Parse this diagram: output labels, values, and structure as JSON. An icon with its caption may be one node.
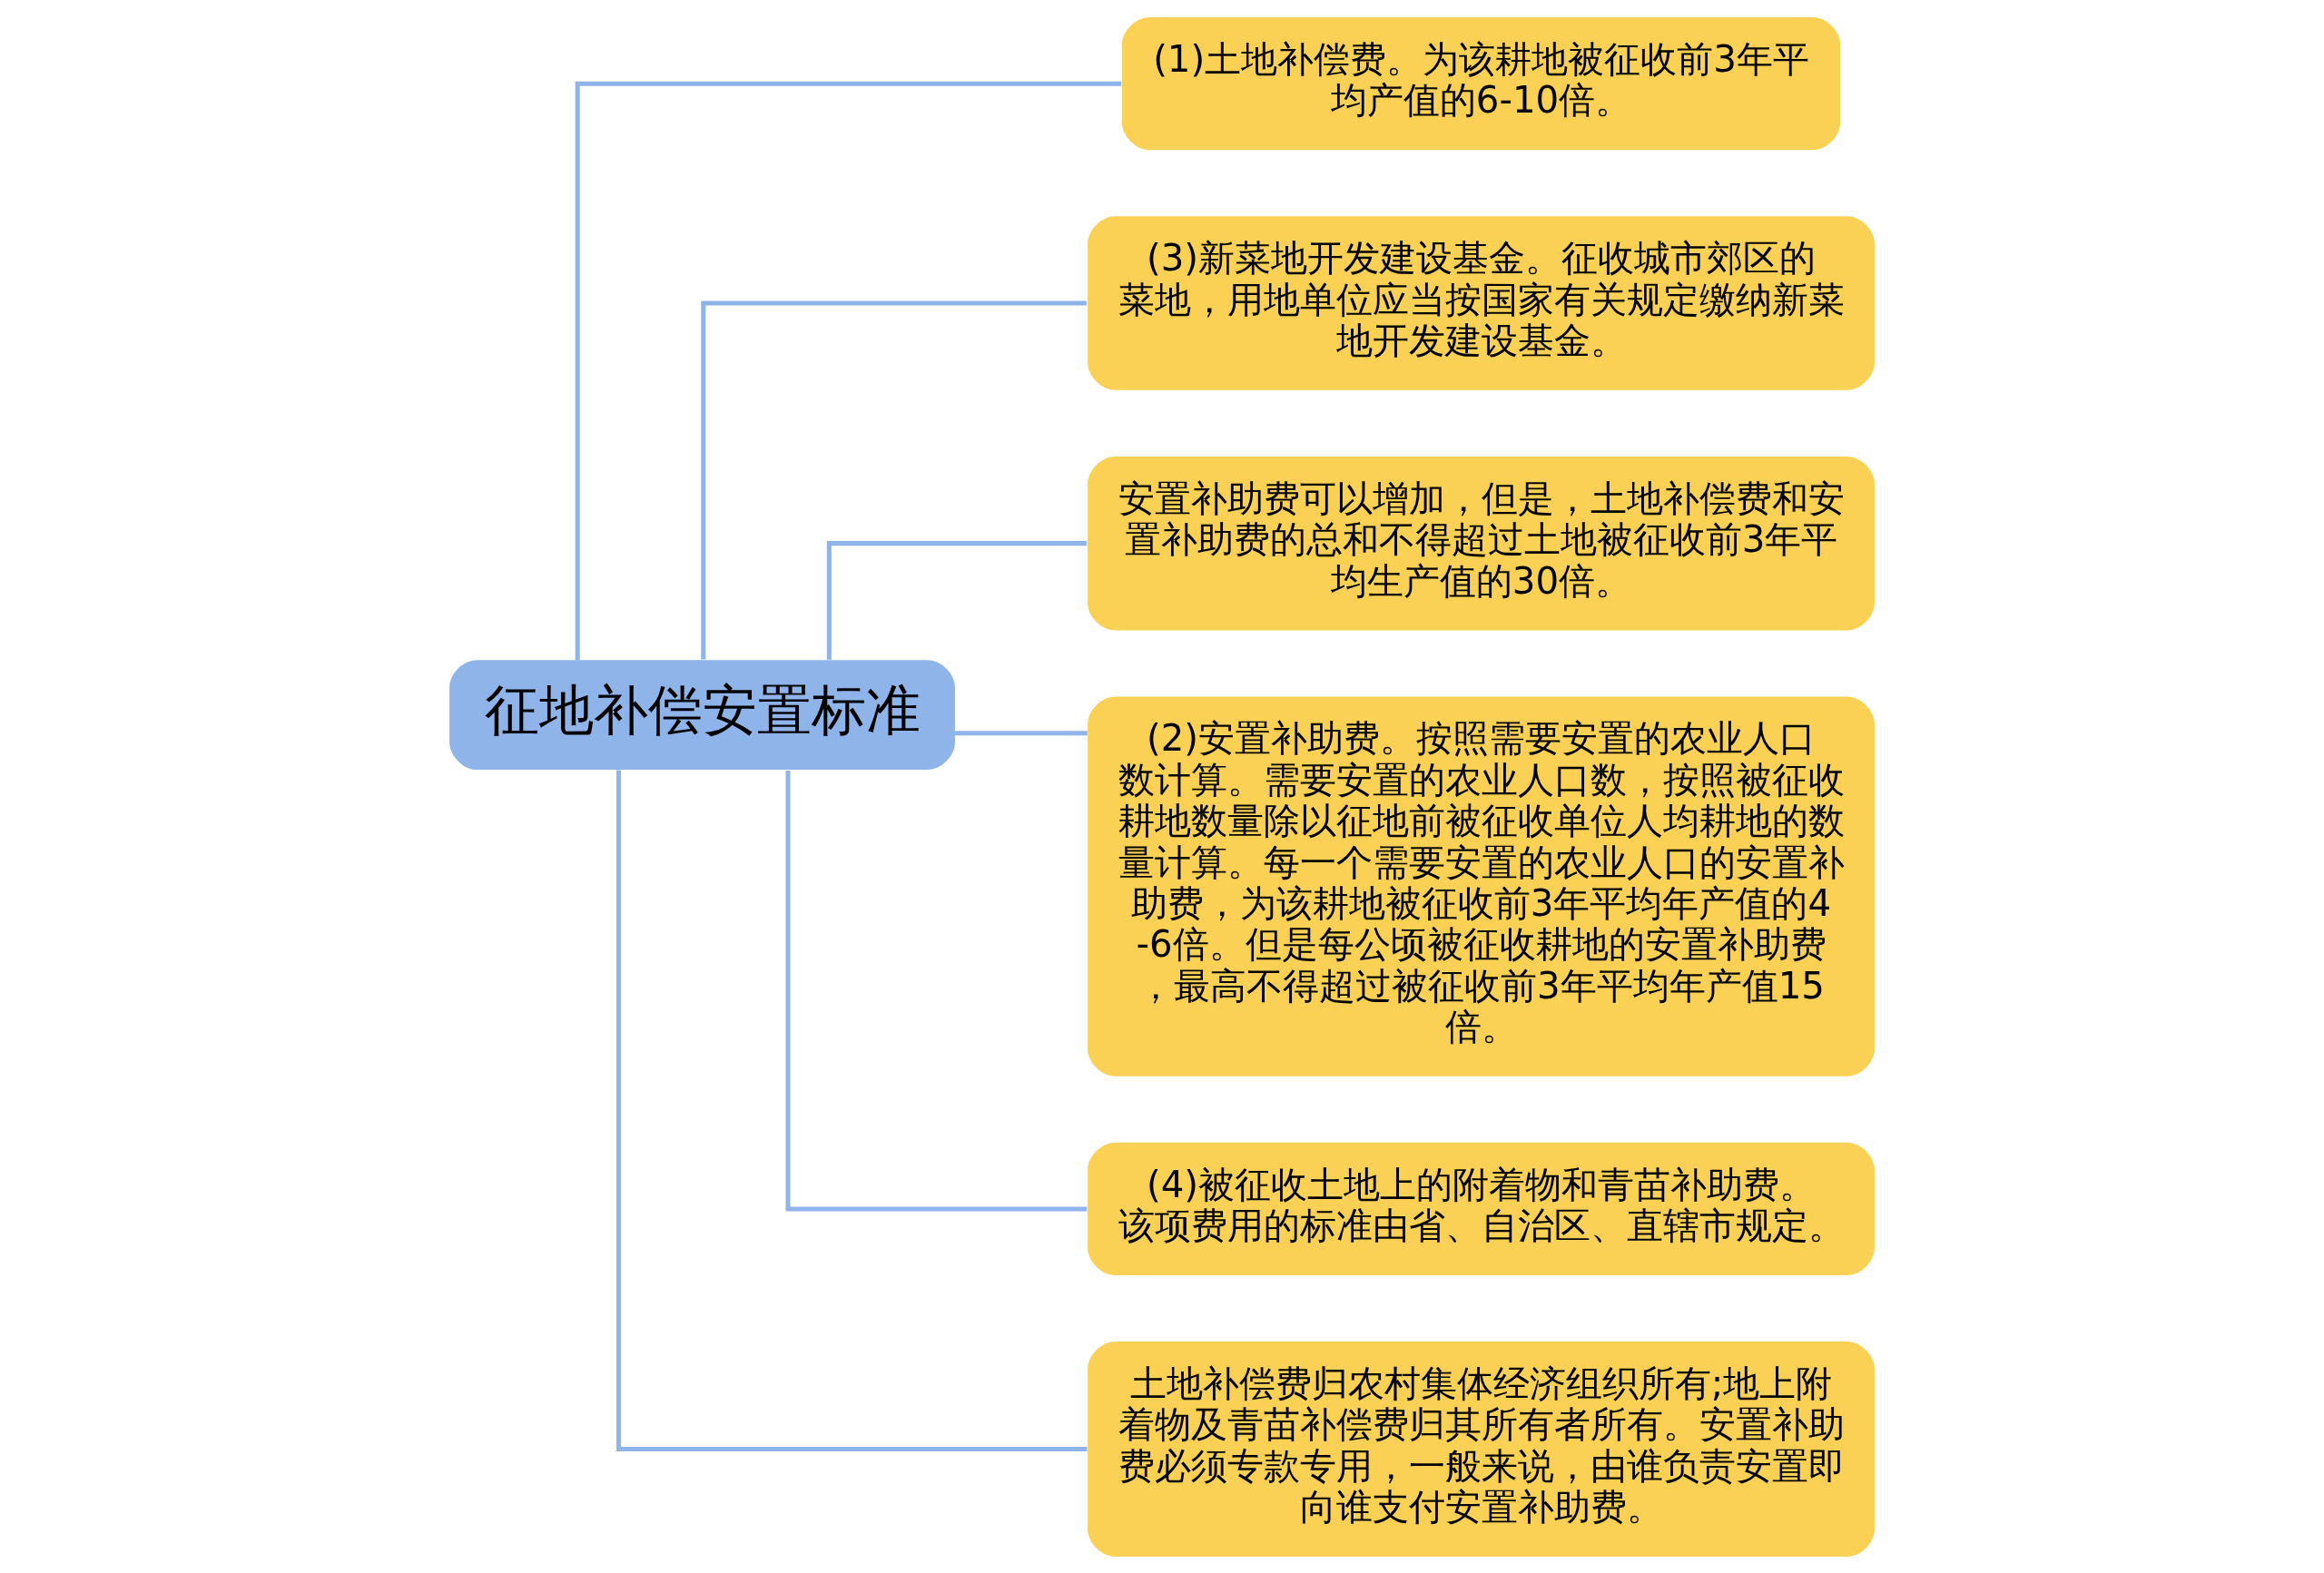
{
  "diagram": {
    "nodes": [
      {
        "text": [
          "征地补偿安置标准"
        ]
      },
      {
        "text": [
          "(1)土地补偿费。为该耕地被征收前3年平均产值的6-10倍。"
        ]
      },
      {
        "text": [
          "(3)新菜地开发建设基金。征收城市郊区的菜地，用地单位应当按国家有关规定缴纳新菜地开发建设基金。"
        ]
      },
      {
        "text": [
          "安置补助费可以增加，但是，土地补偿费和安置补助费的总和不得超过土地被征收前3年平均生产值的30倍。"
        ]
      },
      {
        "text": [
          "(2)安置补助费。按照需要安置的农业人口数计算。需要安置的农业人口数，按照被征收耕地数量除以征地前被征收单位人均耕地的数量计算。每一个需要安置的农业人口的安置补助费，为该耕地被征收前3年平均年产值的4-6倍。但是每公顷被征收耕地的安置补助费，最高不得超过被征收前3年平均年产值15倍。"
        ]
      },
      {
        "text": [
          "(4)被征收土地上的附着物和青苗补助费。该项费用的标准由省、自治区、直辖市规定。"
        ]
      },
      {
        "text": [
          "土地补偿费归农村集体经济组织所有;地上附着物及青苗补偿费归其所有者所有。安置补助费必须专款专用，一般来说，由谁负责安置即向谁支付安置补助费。"
        ]
      }
    ],
    "edges": [
      {
        "from": 0,
        "to": 1,
        "arrow": "none"
      },
      {
        "from": 0,
        "to": 2,
        "arrow": "none"
      },
      {
        "from": 0,
        "to": 3,
        "arrow": "none"
      },
      {
        "from": 0,
        "to": 4,
        "arrow": "none"
      },
      {
        "from": 0,
        "to": 5,
        "arrow": "none"
      },
      {
        "from": 0,
        "to": 6,
        "arrow": "none"
      }
    ]
  }
}
